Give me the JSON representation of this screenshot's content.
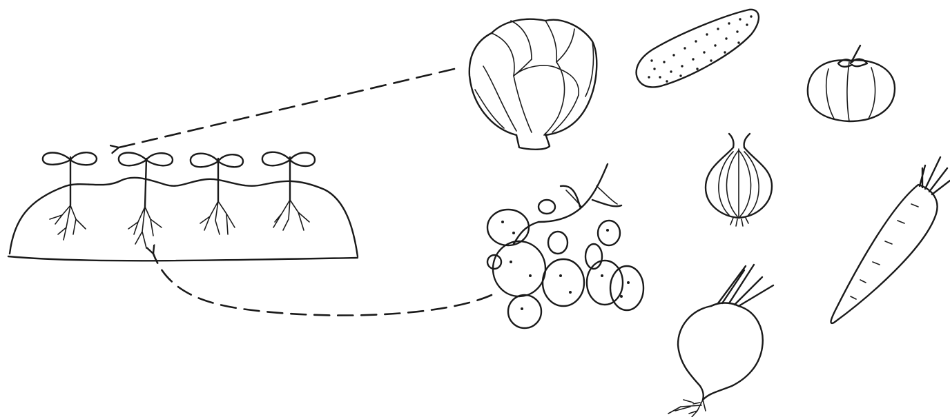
{
  "diagram": {
    "elements": [
      {
        "id": "seedbed",
        "icon": "seedbed-seedlings-icon",
        "seedling_count": 4
      },
      {
        "id": "cabbage",
        "icon": "cabbage-icon"
      },
      {
        "id": "cucumber",
        "icon": "cucumber-icon"
      },
      {
        "id": "tomato",
        "icon": "tomato-icon"
      },
      {
        "id": "onion",
        "icon": "onion-icon"
      },
      {
        "id": "potato",
        "icon": "potato-plant-icon"
      },
      {
        "id": "carrot",
        "icon": "carrot-icon"
      },
      {
        "id": "beet",
        "icon": "beet-icon"
      }
    ],
    "connections": [
      {
        "from": "cabbage",
        "to": "seedbed",
        "style": "dashed-arrow"
      },
      {
        "from": "potato",
        "to": "seedbed",
        "style": "dashed-arrow"
      }
    ],
    "colors": {
      "ink": "#1a1a1a",
      "background": "#ffffff"
    }
  }
}
